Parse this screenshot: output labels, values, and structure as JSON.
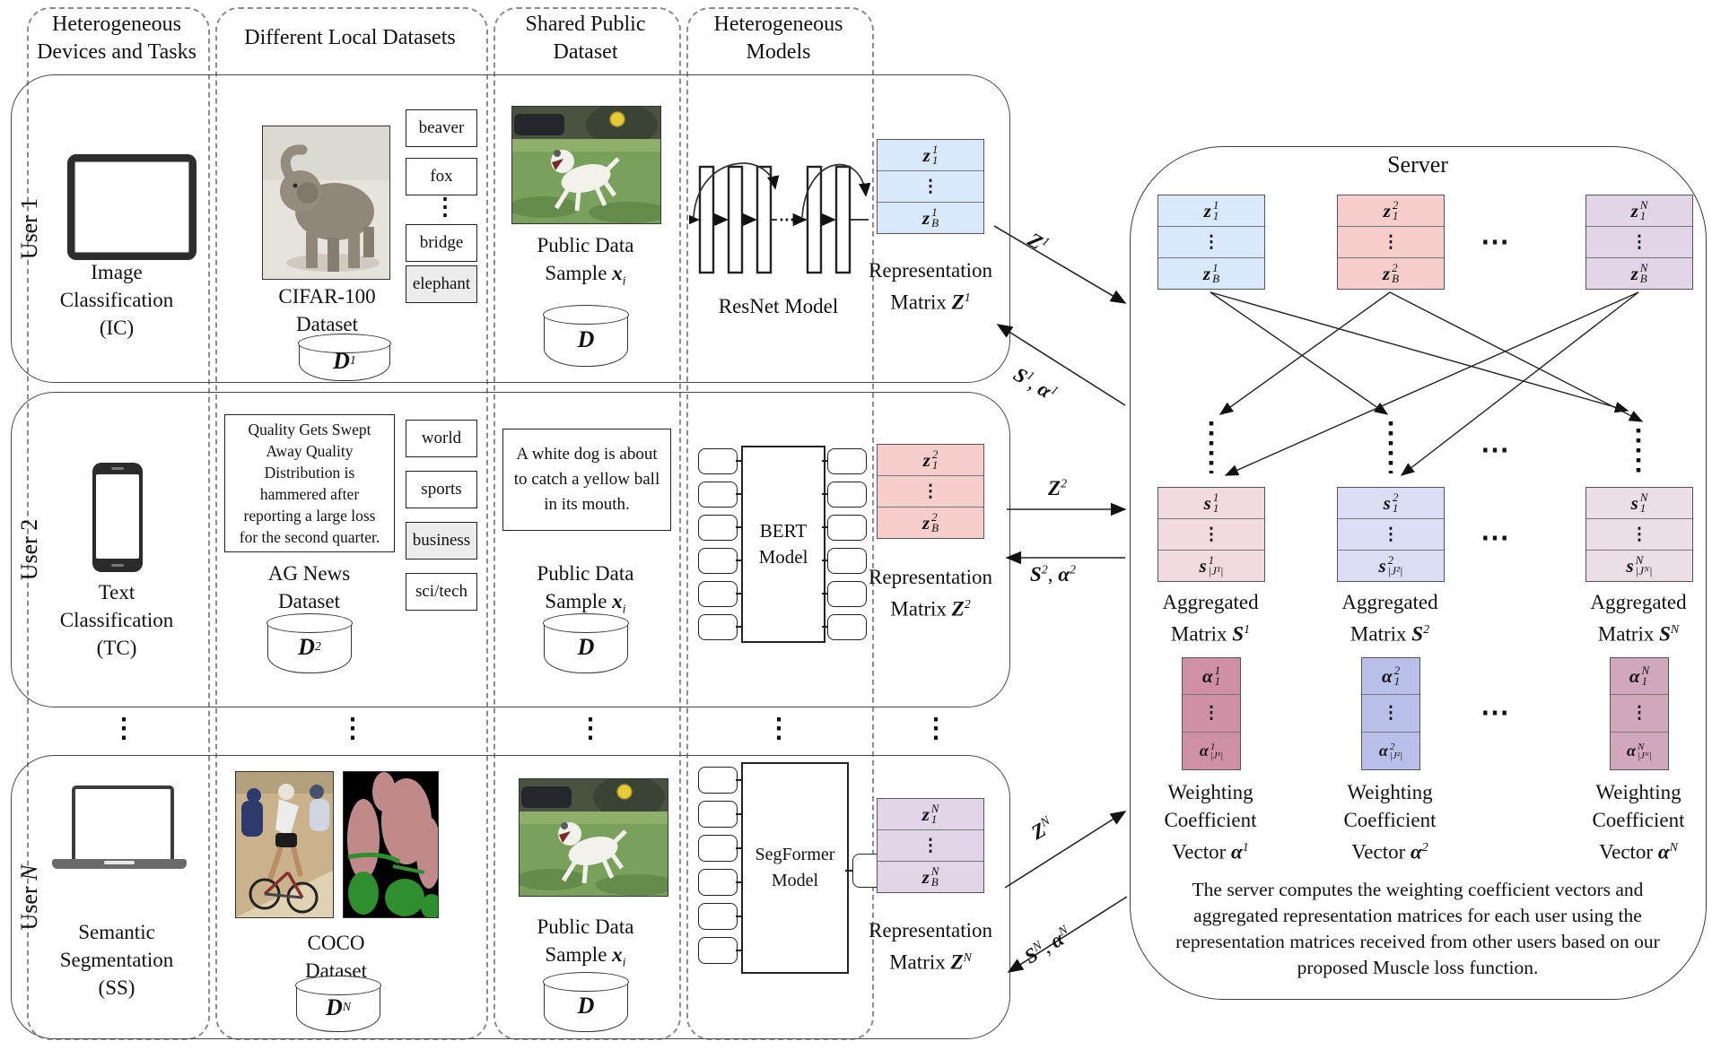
{
  "figure": {
    "columns": [
      {
        "lines": [
          "Heterogeneous",
          "Devices and Tasks"
        ]
      },
      {
        "lines": [
          "Different Local Datasets"
        ]
      },
      {
        "lines": [
          "Shared Public",
          "Dataset"
        ]
      },
      {
        "lines": [
          "Heterogeneous",
          "Models"
        ]
      }
    ],
    "vdots": "⋮",
    "hdots": "⋯",
    "highlight": "#ececec"
  },
  "users": [
    {
      "label": {
        "prefix": "User",
        "id": "1"
      },
      "task": [
        "Image",
        "Classification",
        "(IC)"
      ],
      "local": {
        "name1": "CIFAR-100",
        "name2": "Dataset",
        "db": {
          "base": "D",
          "sup": "1"
        },
        "classes": [
          "beaver",
          "fox",
          "⋮",
          "bridge",
          "elephant"
        ]
      },
      "public": {
        "line1": "Public Data",
        "line2": "Sample",
        "sym": "x",
        "sub": "i",
        "db": {
          "base": "D"
        }
      },
      "model": {
        "line1": "ResNet Model"
      },
      "matrix": {
        "color": "#dae8fc",
        "top": {
          "base": "z",
          "sup": "1",
          "sub": "1"
        },
        "dots": "⋮",
        "bot": {
          "base": "z",
          "sup": "1",
          "sub": "B"
        },
        "cap1": "Representation",
        "cap2": "Matrix",
        "sym": "Z",
        "sym_sup": "1"
      },
      "to_server": {
        "sym": "Z",
        "sup": "1"
      },
      "from_server": {
        "sym1": "S",
        "sup1": "1",
        "sep": ", ",
        "sym2": "α",
        "sup2": "1"
      }
    },
    {
      "label": {
        "prefix": "User",
        "id": "2"
      },
      "task": [
        "Text",
        "Classification",
        "(TC)"
      ],
      "local": {
        "name1": "AG News",
        "name2": "Dataset",
        "db": {
          "base": "D",
          "sup": "2"
        },
        "classes": [
          "world",
          "sports",
          "business",
          "sci/tech"
        ],
        "sample": [
          "Quality Gets Swept",
          "Away Quality",
          "Distribution is",
          "hammered after",
          "reporting a large loss",
          "for the second quarter."
        ]
      },
      "public": {
        "line1": "Public Data",
        "line2": "Sample",
        "sym": "x",
        "sub": "i",
        "db": {
          "base": "D"
        },
        "sample": [
          "A white dog is about",
          "to catch a yellow ball",
          "in its mouth."
        ]
      },
      "model": {
        "line1": "BERT",
        "line2": "Model"
      },
      "matrix": {
        "color": "#f8cecc",
        "top": {
          "base": "z",
          "sup": "2",
          "sub": "1"
        },
        "dots": "⋮",
        "bot": {
          "base": "z",
          "sup": "2",
          "sub": "B"
        },
        "cap1": "Representation",
        "cap2": "Matrix",
        "sym": "Z",
        "sym_sup": "2"
      },
      "to_server": {
        "sym": "Z",
        "sup": "2"
      },
      "from_server": {
        "sym1": "S",
        "sup1": "2",
        "sep": ", ",
        "sym2": "α",
        "sup2": "2"
      }
    },
    {
      "label": {
        "prefix": "User",
        "id": "N"
      },
      "task": [
        "Semantic",
        "Segmentation",
        "(SS)"
      ],
      "local": {
        "name1": "COCO",
        "name2": "Dataset",
        "db": {
          "base": "D",
          "sup": "N"
        }
      },
      "public": {
        "line1": "Public Data",
        "line2": "Sample",
        "sym": "x",
        "sub": "i",
        "db": {
          "base": "D"
        }
      },
      "model": {
        "line1": "SegFormer",
        "line2": "Model"
      },
      "matrix": {
        "color": "#e1d5e7",
        "top": {
          "base": "z",
          "sup": "N",
          "sub": "1"
        },
        "dots": "⋮",
        "bot": {
          "base": "z",
          "sup": "N",
          "sub": "B"
        },
        "cap1": "Representation",
        "cap2": "Matrix",
        "sym": "Z",
        "sym_sup": "N"
      },
      "to_server": {
        "sym": "Z",
        "sup": "N"
      },
      "from_server": {
        "sym1": "S",
        "sup1": "N",
        "sep": ", ",
        "sym2": "α",
        "sup2": "N"
      }
    }
  ],
  "server": {
    "title": "Server",
    "z": [
      {
        "color": "#dae8fc",
        "top": {
          "base": "z",
          "sup": "1",
          "sub": "1"
        },
        "dots": "⋮",
        "bot": {
          "base": "z",
          "sup": "1",
          "sub": "B"
        }
      },
      {
        "color": "#f8cecc",
        "top": {
          "base": "z",
          "sup": "2",
          "sub": "1"
        },
        "dots": "⋮",
        "bot": {
          "base": "z",
          "sup": "2",
          "sub": "B"
        }
      },
      {
        "color": "#e1d5e7",
        "top": {
          "base": "z",
          "sup": "N",
          "sub": "1"
        },
        "dots": "⋮",
        "bot": {
          "base": "z",
          "sup": "N",
          "sub": "B"
        }
      }
    ],
    "s": [
      {
        "color": "#f2dae1",
        "top": {
          "base": "s",
          "sup": "1",
          "sub": "1"
        },
        "dots": "⋮",
        "bot": {
          "base": "s",
          "sup": "1",
          "sub": "|J¹|"
        },
        "cap1": "Aggregated",
        "cap2": "Matrix",
        "sym": "S",
        "sym_sup": "1"
      },
      {
        "color": "#dcdef5",
        "top": {
          "base": "s",
          "sup": "2",
          "sub": "1"
        },
        "dots": "⋮",
        "bot": {
          "base": "s",
          "sup": "2",
          "sub": "|J²|"
        },
        "cap1": "Aggregated",
        "cap2": "Matrix",
        "sym": "S",
        "sym_sup": "2"
      },
      {
        "color": "#ebdee7",
        "top": {
          "base": "s",
          "sup": "N",
          "sub": "1"
        },
        "dots": "⋮",
        "bot": {
          "base": "s",
          "sup": "N",
          "sub": "|Jᴺ|"
        },
        "cap1": "Aggregated",
        "cap2": "Matrix",
        "sym": "S",
        "sym_sup": "N"
      }
    ],
    "a": [
      {
        "color": "#cf90a5",
        "top": {
          "base": "α",
          "sup": "1",
          "sub": "1"
        },
        "dots": "⋮",
        "bot": {
          "base": "α",
          "sup": "1",
          "sub": "|J¹|"
        },
        "cap1": "Weighting",
        "cap2": "Coefficient",
        "cap3": "Vector",
        "sym": "α",
        "sym_sup": "1"
      },
      {
        "color": "#b8bfe8",
        "top": {
          "base": "α",
          "sup": "2",
          "sub": "1"
        },
        "dots": "⋮",
        "bot": {
          "base": "α",
          "sup": "2",
          "sub": "|J²|"
        },
        "cap1": "Weighting",
        "cap2": "Coefficient",
        "cap3": "Vector",
        "sym": "α",
        "sym_sup": "2"
      },
      {
        "color": "#d1a7bc",
        "top": {
          "base": "α",
          "sup": "N",
          "sub": "1"
        },
        "dots": "⋮",
        "bot": {
          "base": "α",
          "sup": "N",
          "sub": "|Jᴺ|"
        },
        "cap1": "Weighting",
        "cap2": "Coefficient",
        "cap3": "Vector",
        "sym": "α",
        "sym_sup": "N"
      }
    ],
    "note": [
      "The server computes the weighting coefficient vectors and",
      "aggregated representation matrices for each user using the",
      "representation matrices received from other users based on our",
      "proposed Muscle loss function."
    ]
  }
}
